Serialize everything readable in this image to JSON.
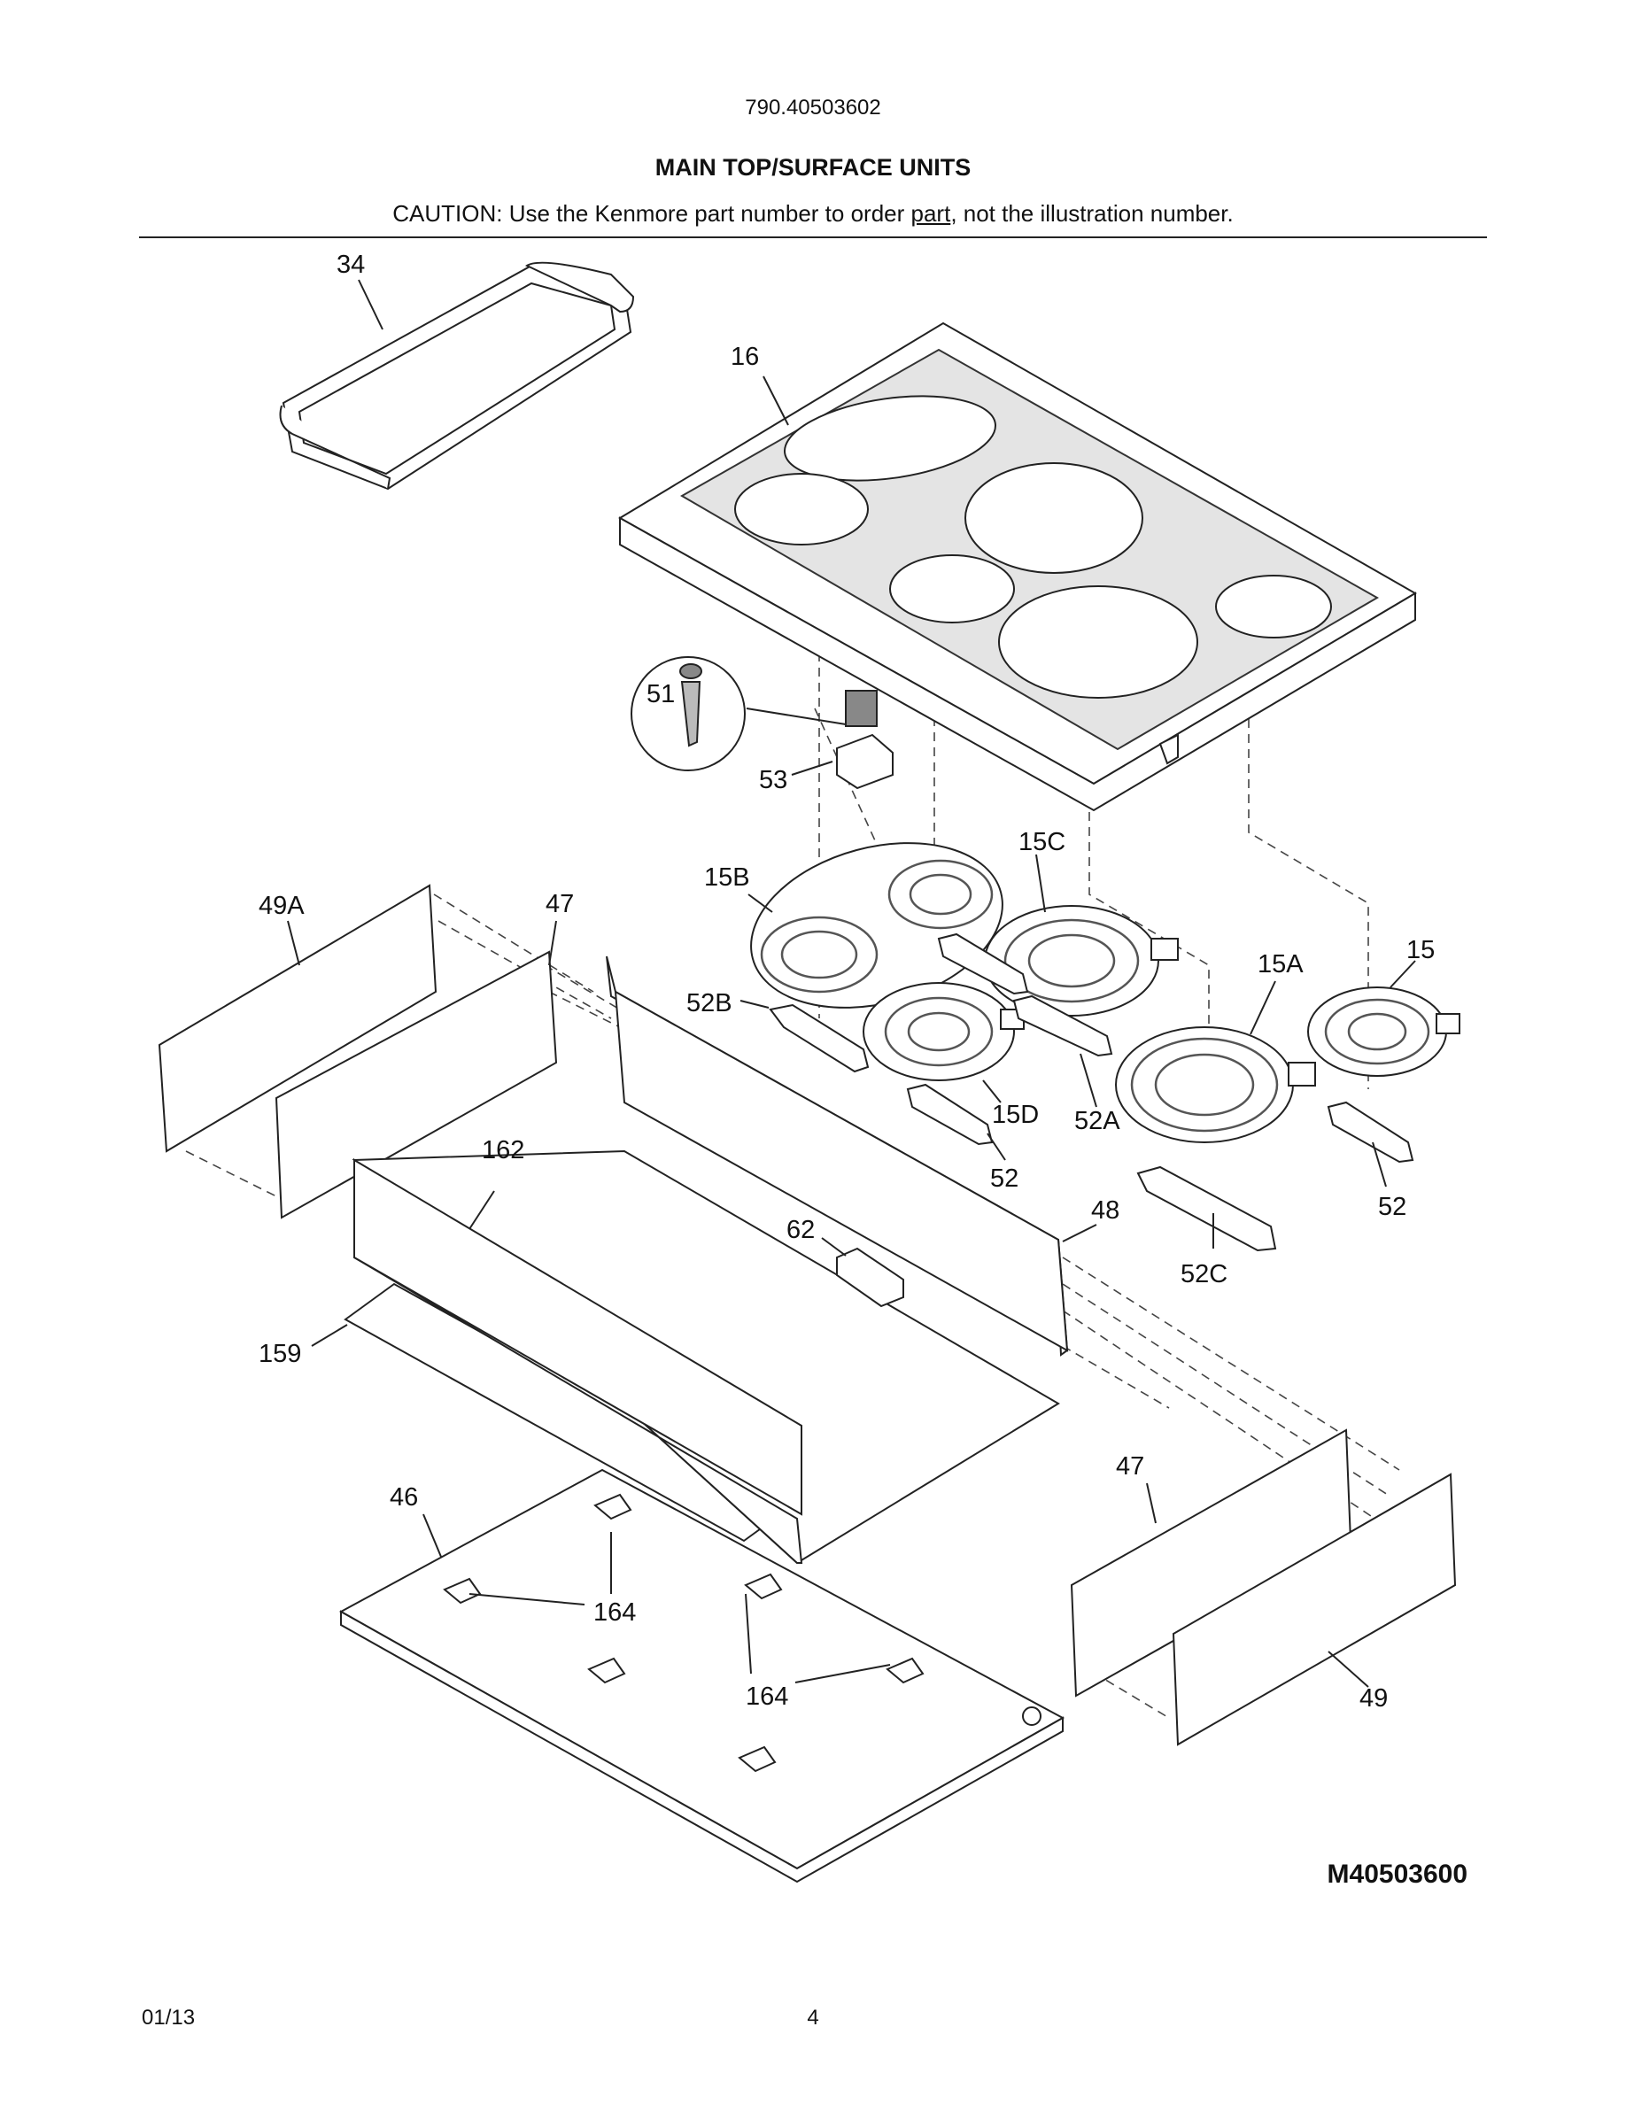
{
  "header": {
    "model_number": "790.40503602",
    "section_title": "MAIN TOP/SURFACE UNITS",
    "caution_before": "CAUTION: Use the Kenmore part number to order ",
    "caution_underlined": "part",
    "caution_after": ", not the illustration number."
  },
  "diagram": {
    "diagram_number": "M40503600",
    "callouts": [
      {
        "id": "34",
        "label": "34"
      },
      {
        "id": "16",
        "label": "16"
      },
      {
        "id": "51",
        "label": "51"
      },
      {
        "id": "53",
        "label": "53"
      },
      {
        "id": "15C",
        "label": "15C"
      },
      {
        "id": "15B",
        "label": "15B"
      },
      {
        "id": "49A",
        "label": "49A"
      },
      {
        "id": "47a",
        "label": "47"
      },
      {
        "id": "15A",
        "label": "15A"
      },
      {
        "id": "15",
        "label": "15"
      },
      {
        "id": "52B",
        "label": "52B"
      },
      {
        "id": "15D",
        "label": "15D"
      },
      {
        "id": "52A",
        "label": "52A"
      },
      {
        "id": "162",
        "label": "162"
      },
      {
        "id": "52a",
        "label": "52"
      },
      {
        "id": "48",
        "label": "48"
      },
      {
        "id": "52b",
        "label": "52"
      },
      {
        "id": "62",
        "label": "62"
      },
      {
        "id": "52C",
        "label": "52C"
      },
      {
        "id": "159",
        "label": "159"
      },
      {
        "id": "47b",
        "label": "47"
      },
      {
        "id": "46",
        "label": "46"
      },
      {
        "id": "164a",
        "label": "164"
      },
      {
        "id": "164b",
        "label": "164"
      },
      {
        "id": "49",
        "label": "49"
      }
    ]
  },
  "footer": {
    "date": "01/13",
    "page_number": "4"
  }
}
